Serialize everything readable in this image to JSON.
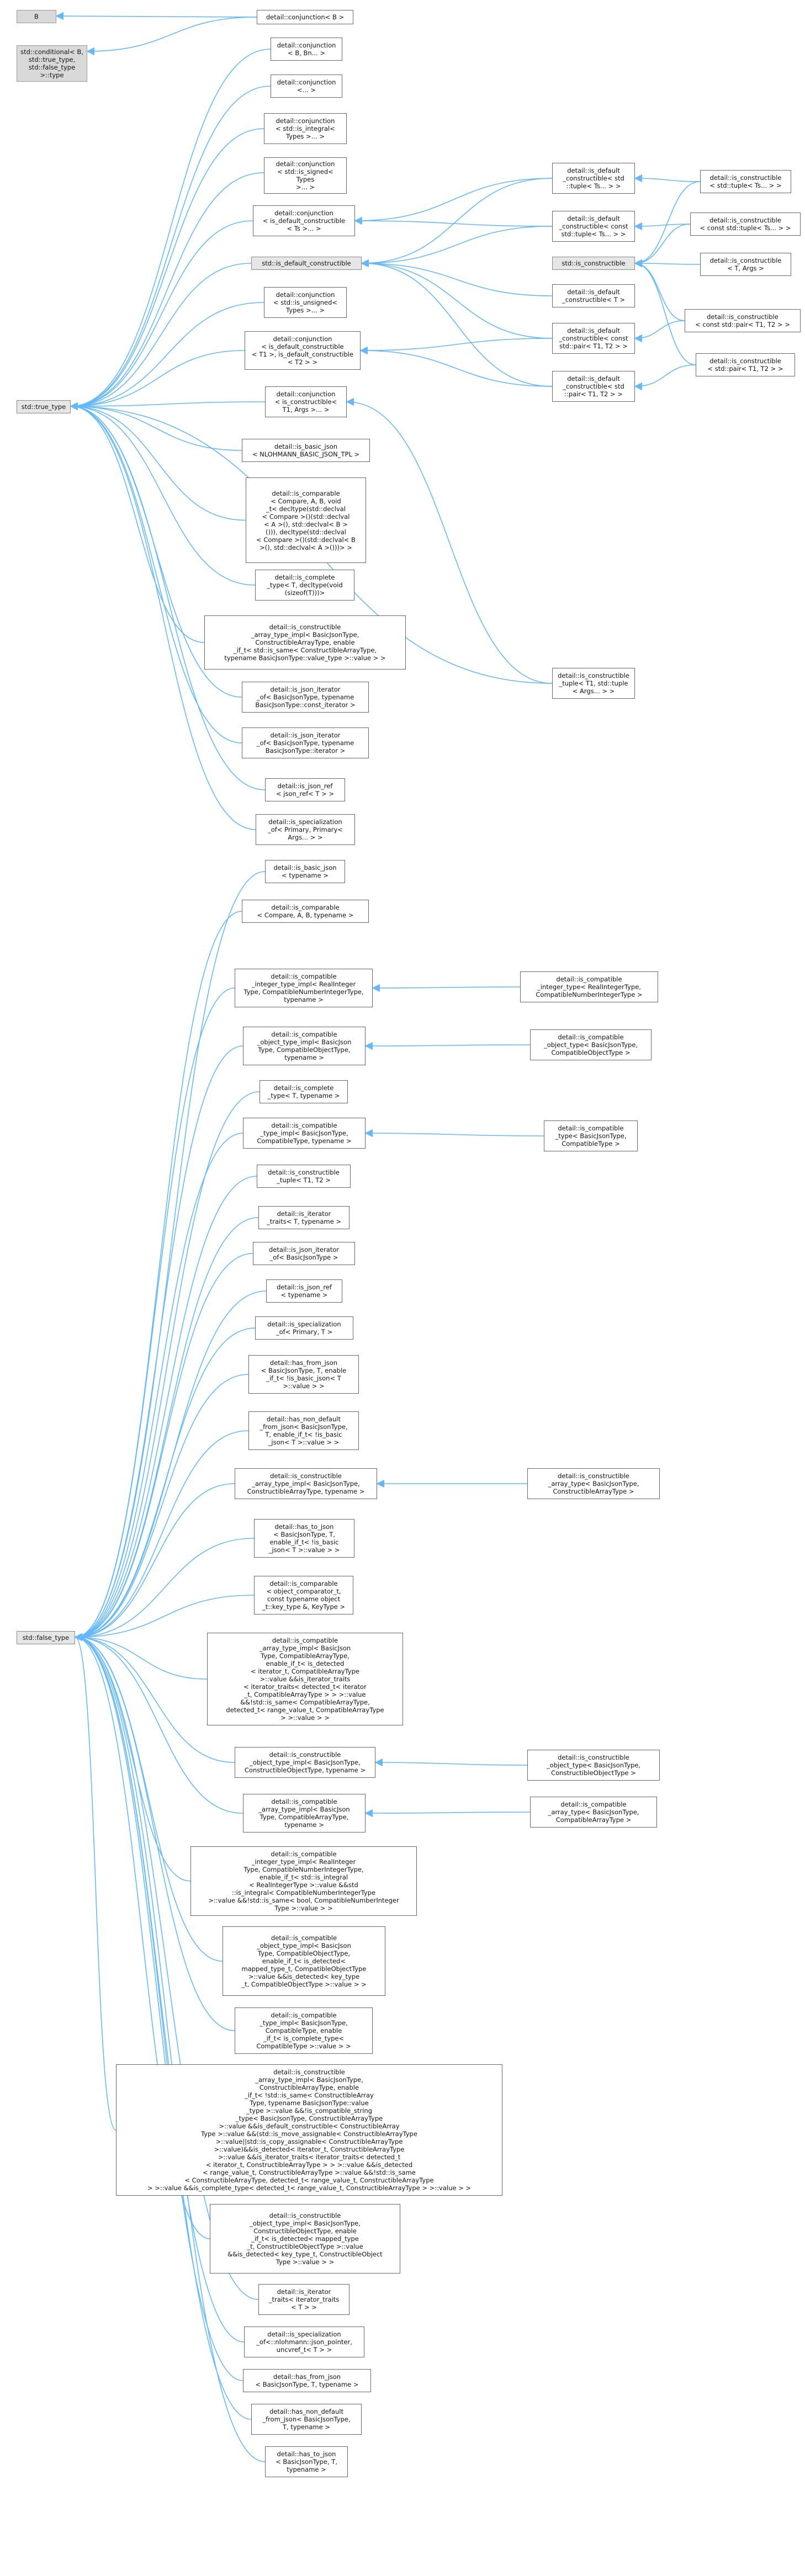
{
  "nodes": {
    "B": {
      "label": "B",
      "kind": "base"
    },
    "cond": {
      "label": "std::conditional< B, std::true_type, std::false_type >::type",
      "kind": "base"
    },
    "true": {
      "label": "std::true_type",
      "kind": "hub"
    },
    "false": {
      "label": "std::false_type",
      "kind": "hub"
    },
    "isdc": {
      "label": "std::is_default_constructible",
      "kind": "hub"
    },
    "isc": {
      "label": "std::is_constructible",
      "kind": "hub"
    },
    "conj_B": {
      "label": "detail::conjunction< B >"
    },
    "conj_BBn": {
      "label": "detail::conjunction\n< B, Bn... >"
    },
    "conj_e": {
      "label": "detail::conjunction\n<... >"
    },
    "conj_int": {
      "label": "detail::conjunction\n< std::is_integral<\nTypes >... >"
    },
    "conj_sig": {
      "label": "detail::conjunction\n< std::is_signed< Types\n>... >"
    },
    "conj_dc": {
      "label": "detail::conjunction\n< is_default_constructible\n< Ts >... >"
    },
    "conj_uns": {
      "label": "detail::conjunction\n< std::is_unsigned<\nTypes >... >"
    },
    "conj_t12": {
      "label": "detail::conjunction\n< is_default_constructible\n< T1 >, is_default_constructible\n< T2 > >"
    },
    "conj_ic": {
      "label": "detail::conjunction\n< is_constructible<\nT1, Args >... >"
    },
    "dc_tup": {
      "label": "detail::is_default\n_constructible< std\n::tuple< Ts... > >"
    },
    "dc_ctup": {
      "label": "detail::is_default\n_constructible< const\nstd::tuple< Ts... > >"
    },
    "dc_T": {
      "label": "detail::is_default\n_constructible< T >"
    },
    "dc_cpair": {
      "label": "detail::is_default\n_constructible< const\nstd::pair< T1, T2 > >"
    },
    "dc_pair": {
      "label": "detail::is_default\n_constructible< std\n::pair< T1, T2 > >"
    },
    "ic_tup": {
      "label": "detail::is_constructible\n< std::tuple< Ts... > >"
    },
    "ic_ctup": {
      "label": "detail::is_constructible\n< const std::tuple< Ts... > >"
    },
    "ic_T": {
      "label": "detail::is_constructible\n< T, Args >"
    },
    "ic_cpair": {
      "label": "detail::is_constructible\n< const std::pair< T1, T2 > >"
    },
    "ic_pair": {
      "label": "detail::is_constructible\n< std::pair< T1, T2 > >"
    },
    "ic_tuple_args": {
      "label": "detail::is_constructible\n_tuple< T1, std::tuple\n< Args... > >"
    },
    "t_basic_json_tpl": {
      "label": "detail::is_basic_json\n< NLOHMANN_BASIC_JSON_TPL >"
    },
    "t_comparable": {
      "label": "detail::is_comparable\n< Compare, A, B, void\n_t< decltype(std::declval\n< Compare >()(std::declval\n< A >(), std::declval< B >\n())), decltype(std::declval\n< Compare >()(std::declval< B\n>(), std::declval< A >()))> >"
    },
    "t_complete": {
      "label": "detail::is_complete\n_type< T, decltype(void\n(sizeof(T)))>"
    },
    "t_cat": {
      "label": "detail::is_constructible\n_array_type_impl< BasicJsonType,\nConstructibleArrayType, enable\n_if_t< std::is_same< ConstructibleArrayType,\ntypename BasicJsonType::value_type >::value > >"
    },
    "t_jic": {
      "label": "detail::is_json_iterator\n_of< BasicJsonType, typename\nBasicJsonType::const_iterator >"
    },
    "t_ji": {
      "label": "detail::is_json_iterator\n_of< BasicJsonType, typename\nBasicJsonType::iterator >"
    },
    "t_jref": {
      "label": "detail::is_json_ref\n< json_ref< T > >"
    },
    "t_spec": {
      "label": "detail::is_specialization\n_of< Primary, Primary<\nArgs... > >"
    },
    "t_bj_tn": {
      "label": "detail::is_basic_json\n< typename >"
    },
    "t_cmp_tn": {
      "label": "detail::is_comparable\n< Compare, A, B, typename >"
    },
    "f_cit": {
      "label": "detail::is_compatible\n_integer_type_impl< RealInteger\nType, CompatibleNumberIntegerType,\ntypename >"
    },
    "d_cit": {
      "label": "detail::is_compatible\n_integer_type< RealIntegerType,\nCompatibleNumberIntegerType >"
    },
    "f_cot": {
      "label": "detail::is_compatible\n_object_type_impl< BasicJson\nType, CompatibleObjectType,\ntypename >"
    },
    "d_cot": {
      "label": "detail::is_compatible\n_object_type< BasicJsonType,\nCompatibleObjectType >"
    },
    "f_complete": {
      "label": "detail::is_complete\n_type< T, typename >"
    },
    "f_ct": {
      "label": "detail::is_compatible\n_type_impl< BasicJsonType,\nCompatibleType, typename >"
    },
    "d_ct": {
      "label": "detail::is_compatible\n_type< BasicJsonType,\nCompatibleType >"
    },
    "f_ctup": {
      "label": "detail::is_constructible\n_tuple< T1, T2 >"
    },
    "f_it": {
      "label": "detail::is_iterator\n_traits< T, typename >"
    },
    "f_jit": {
      "label": "detail::is_json_iterator\n_of< BasicJsonType >"
    },
    "f_jref": {
      "label": "detail::is_json_ref\n< typename >"
    },
    "f_spec": {
      "label": "detail::is_specialization\n_of< Primary, T >"
    },
    "f_hfj": {
      "label": "detail::has_from_json\n< BasicJsonType, T, enable\n_if_t< !is_basic_json< T\n>::value > >"
    },
    "f_hndfj": {
      "label": "detail::has_non_default\n_from_json< BasicJsonType,\nT, enable_if_t< !is_basic\n_json< T >::value > >"
    },
    "f_cat": {
      "label": "detail::is_constructible\n_array_type_impl< BasicJsonType,\nConstructibleArrayType, typename >"
    },
    "d_cat": {
      "label": "detail::is_constructible\n_array_type< BasicJsonType,\nConstructibleArrayType >"
    },
    "f_htj": {
      "label": "detail::has_to_json\n< BasicJsonType, T,\nenable_if_t< !is_basic\n_json< T >::value > >"
    },
    "f_cmp_obj": {
      "label": "detail::is_comparable\n< object_comparator_t,\nconst typename object\n_t::key_type &, KeyType >"
    },
    "f_cat_impl": {
      "label": "detail::is_compatible\n_array_type_impl< BasicJson\nType, CompatibleArrayType,\nenable_if_t< is_detected\n< iterator_t, CompatibleArrayType\n>::value &&is_iterator_traits\n< iterator_traits< detected_t< iterator\n_t, CompatibleArrayType > > >::value\n&&!std::is_same< CompatibleArrayType,\ndetected_t< range_value_t, CompatibleArrayType\n> >::value > >"
    },
    "f_cot2": {
      "label": "detail::is_constructible\n_object_type_impl< BasicJsonType,\nConstructibleObjectType, typename >"
    },
    "d_cot2": {
      "label": "detail::is_constructible\n_object_type< BasicJsonType,\nConstructibleObjectType >"
    },
    "f_cat2": {
      "label": "detail::is_compatible\n_array_type_impl< BasicJson\nType, CompatibleArrayType,\ntypename >"
    },
    "d_cat2": {
      "label": "detail::is_compatible\n_array_type< BasicJsonType,\nCompatibleArrayType >"
    },
    "f_cit_impl": {
      "label": "detail::is_compatible\n_integer_type_impl< RealInteger\nType, CompatibleNumberIntegerType,\nenable_if_t< std::is_integral\n< RealIntegerType >::value &&std\n::is_integral< CompatibleNumberIntegerType\n>::value &&!std::is_same< bool, CompatibleNumberInteger\nType >::value > >"
    },
    "f_cot_impl": {
      "label": "detail::is_compatible\n_object_type_impl< BasicJson\nType, CompatibleObjectType,\nenable_if_t< is_detected<\nmapped_type_t, CompatibleObjectType\n>::value &&is_detected< key_type\n_t, CompatibleObjectType >::value > >"
    },
    "f_ct_impl": {
      "label": "detail::is_compatible\n_type_impl< BasicJsonType,\nCompatibleType, enable\n_if_t< is_complete_type<\nCompatibleType >::value > >"
    },
    "f_cat_big": {
      "label": "detail::is_constructible\n_array_type_impl< BasicJsonType,\nConstructibleArrayType, enable\n_if_t< !std::is_same< ConstructibleArray\nType, typename BasicJsonType::value\n_type >::value &&!is_compatible_string\n_type< BasicJsonType, ConstructibleArrayType\n>::value &&is_default_constructible< ConstructibleArray\nType >::value &&(std::is_move_assignable< ConstructibleArrayType\n>::value||std::is_copy_assignable< ConstructibleArrayType\n>::value)&&is_detected< iterator_t, ConstructibleArrayType\n>::value &&is_iterator_traits< iterator_traits< detected_t\n< iterator_t, ConstructibleArrayType > > >::value &&is_detected\n< range_value_t, ConstructibleArrayType >::value &&!std::is_same\n< ConstructibleArrayType, detected_t< range_value_t, ConstructibleArrayType\n> >::value &&is_complete_type< detected_t< range_value_t, ConstructibleArrayType > >::value > >"
    },
    "f_cot_big": {
      "label": "detail::is_constructible\n_object_type_impl< BasicJsonType,\nConstructibleObjectType, enable\n_if_t< is_detected< mapped_type\n_t, ConstructibleObjectType >::value\n&&is_detected< key_type_t, ConstructibleObject\nType >::value > >"
    },
    "f_itt": {
      "label": "detail::is_iterator\n_traits< iterator_traits\n< T > >"
    },
    "f_spec_ptr": {
      "label": "detail::is_specialization\n_of<::nlohmann::json_pointer,\nuncvref_t< T > >"
    },
    "f_hfj_tn": {
      "label": "detail::has_from_json\n< BasicJsonType, T, typename >"
    },
    "f_hndfj_tn": {
      "label": "detail::has_non_default\n_from_json< BasicJsonType,\nT, typename >"
    },
    "f_htj_tn": {
      "label": "detail::has_to_json\n< BasicJsonType, T,\ntypename >"
    }
  }
}
